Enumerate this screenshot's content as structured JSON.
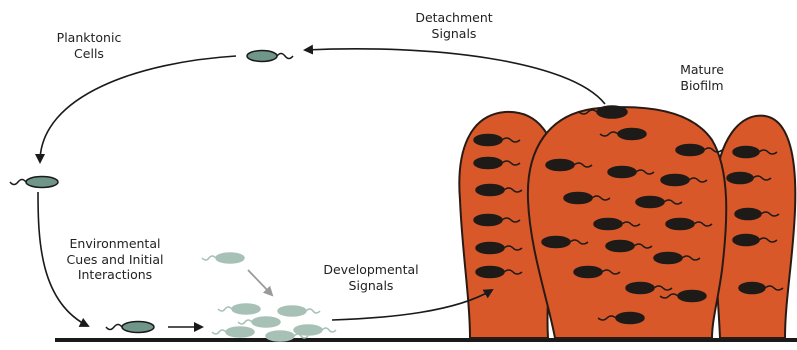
{
  "labels": {
    "planktonic": [
      "Planktonic",
      "Cells"
    ],
    "detachment": [
      "Detachment",
      "Signals"
    ],
    "mature": [
      "Mature",
      "Biofilm"
    ],
    "environmental": [
      "Environmental",
      "Cues and Initial",
      "Interactions"
    ],
    "developmental": [
      "Developmental",
      "Signals"
    ]
  },
  "colors": {
    "biofilm_fill": "#d8582a",
    "biofilm_stroke": "#2a1a14",
    "cell_dark": "#1e1a18",
    "cell_green": "#6f9688",
    "cell_green_light": "#a8c1b7",
    "arrow": "#1a1a1a",
    "arrow_gray": "#9a9a9a"
  }
}
